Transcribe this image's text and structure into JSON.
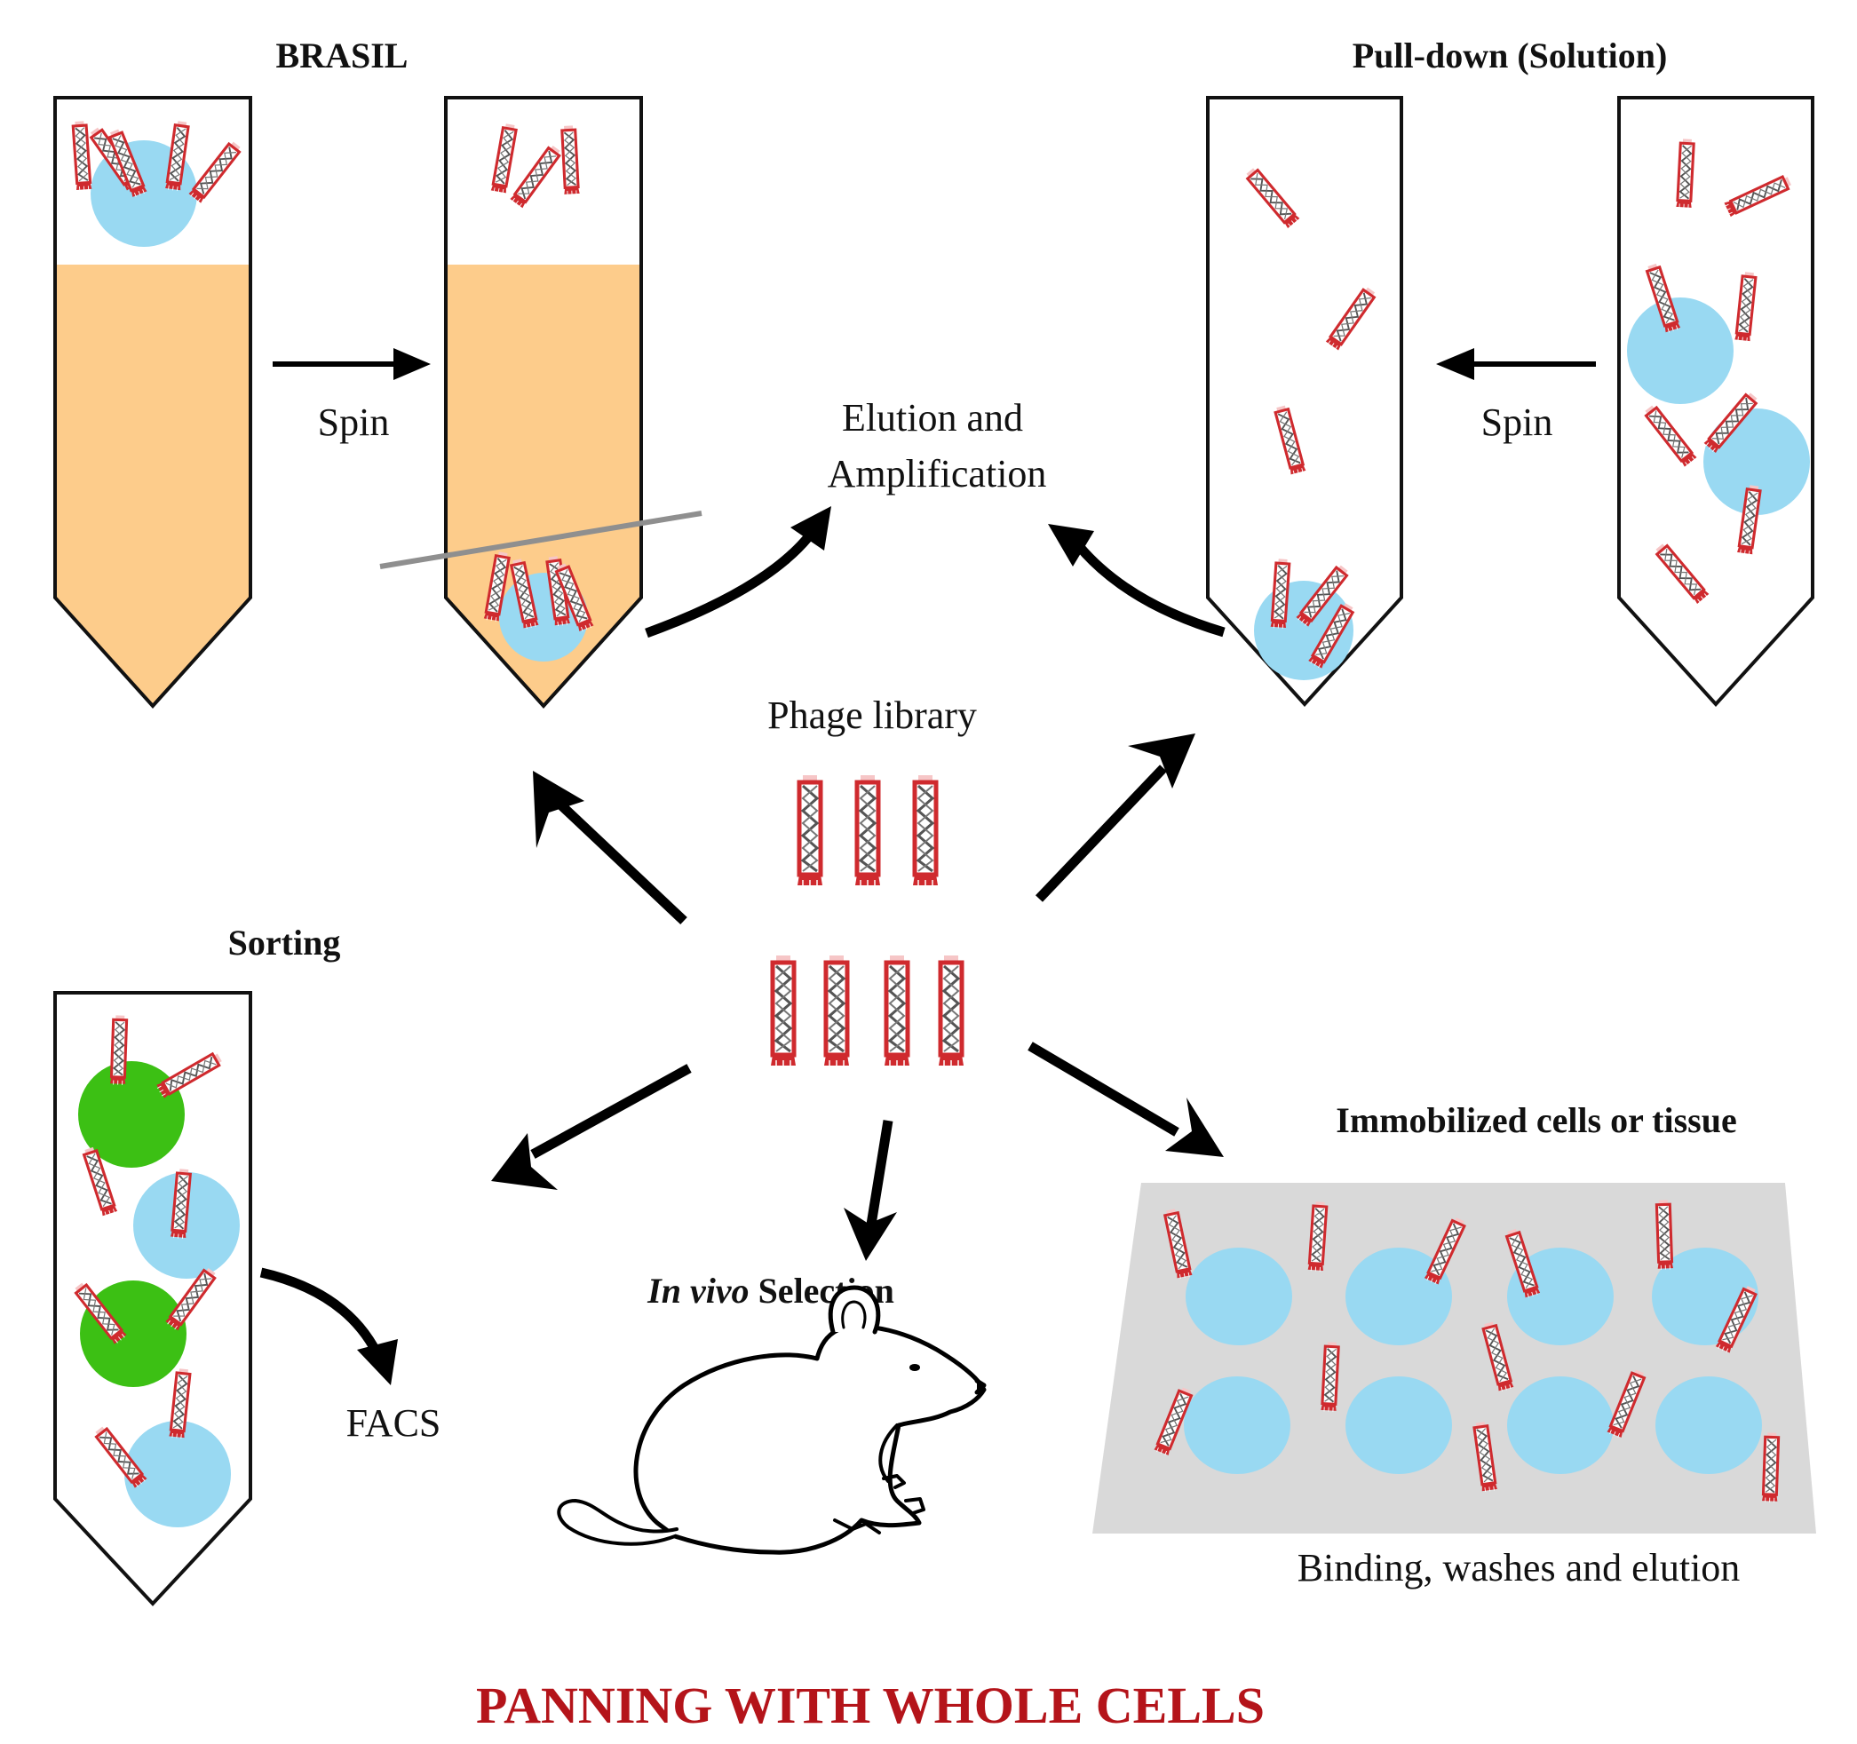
{
  "labels": {
    "brasil": "BRASIL",
    "pulldown": "Pull-down (Solution)",
    "spin_left": "Spin",
    "spin_right": "Spin",
    "elution_line1": "Elution and",
    "elution_line2": "Amplification",
    "phage_library": "Phage library",
    "sorting": "Sorting",
    "facs": "FACS",
    "in_vivo_italic": "In vivo",
    "in_vivo_rest": " Selection",
    "immobilized": "Immobilized cells or tissue",
    "binding": "Binding, washes and elution",
    "main_title": "PANNING WITH WHOLE CELLS"
  },
  "colors": {
    "oil": "#FDCC8B",
    "cell_blue": "#99D9F2",
    "cell_green": "#3CC014",
    "phage_red": "#CF2A2E",
    "phage_tip": "#F6C6C7",
    "plate_grey": "#D9D9D9",
    "title_red": "#B4141A",
    "outline": "#111111"
  },
  "icons": {
    "phage": "phage-icon",
    "mouse": "mouse-icon",
    "arrow": "arrow-icon"
  }
}
